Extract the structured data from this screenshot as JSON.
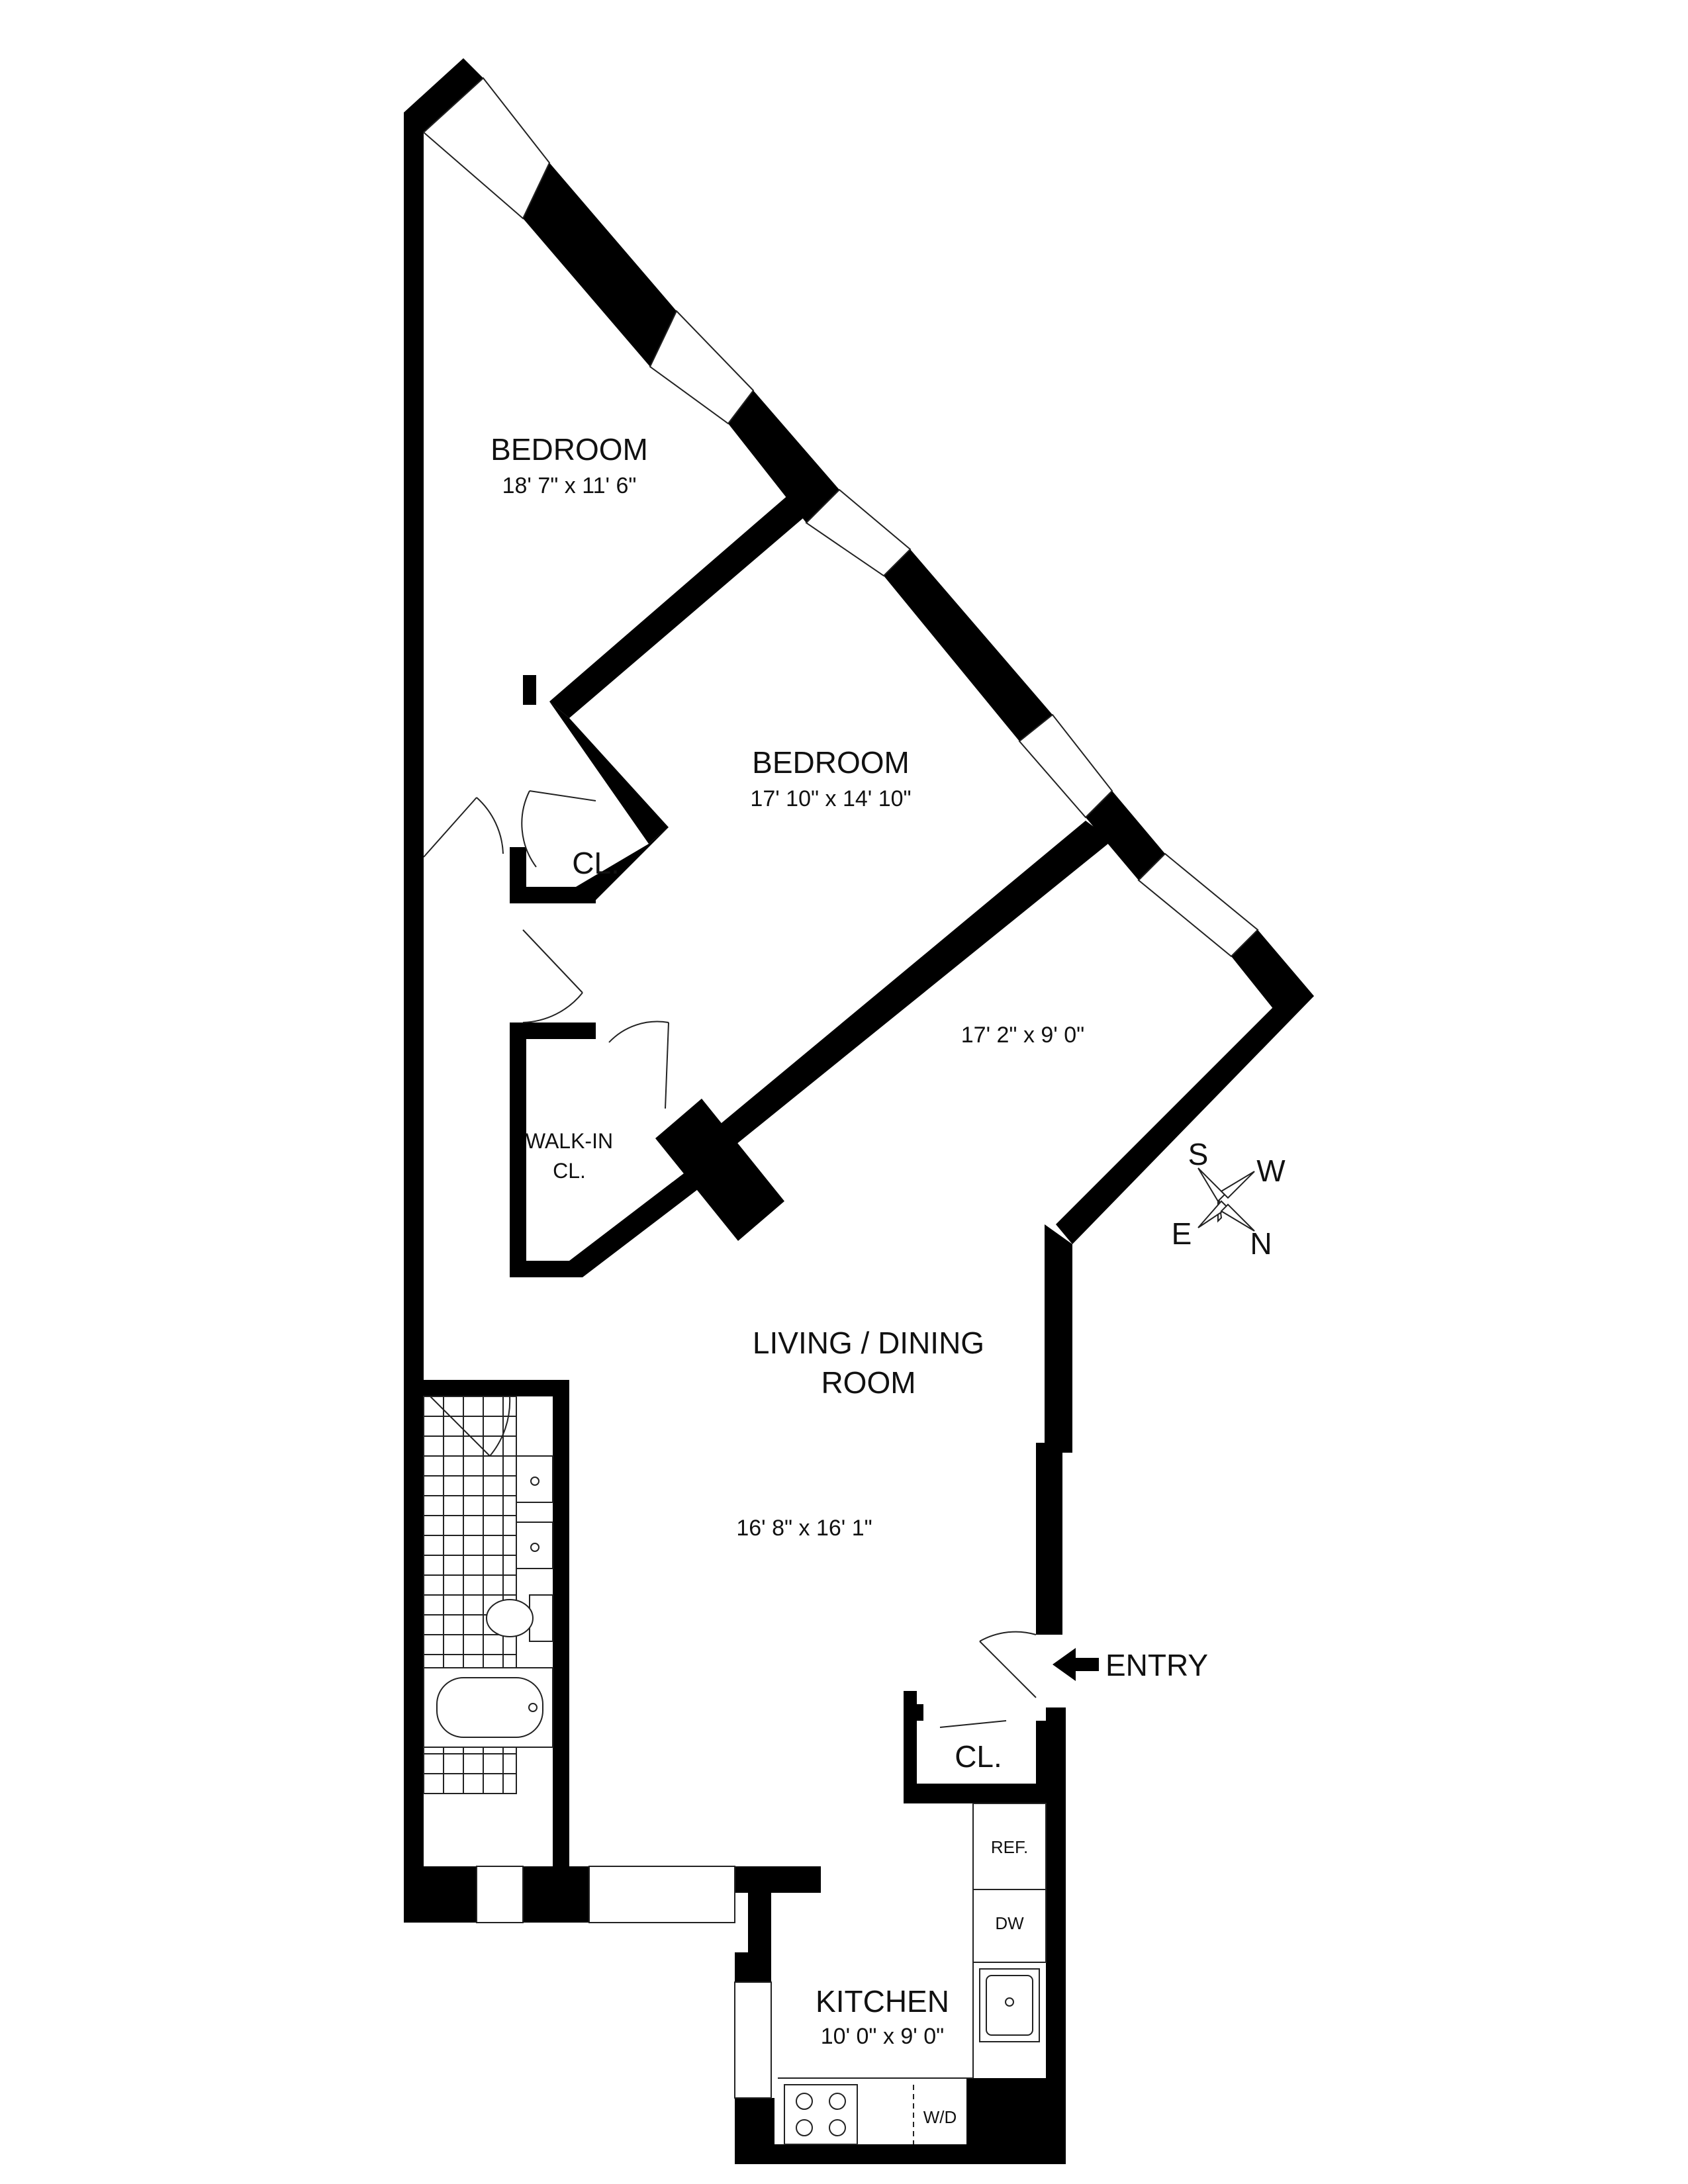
{
  "rooms": {
    "bedroom1": {
      "name": "BEDROOM",
      "dims": "18' 7\" x 11' 6\""
    },
    "bedroom2": {
      "name": "BEDROOM",
      "dims": "17' 10\" x 14' 10\""
    },
    "upper_living": {
      "dims": "17' 2\" x 9' 0\""
    },
    "living": {
      "name_line1": "LIVING / DINING",
      "name_line2": "ROOM",
      "dims": "16' 8\" x 16' 1\""
    },
    "kitchen": {
      "name": "KITCHEN",
      "dims": "10' 0\" x 9' 0\""
    }
  },
  "closets": {
    "bedroom_closet": "CL.",
    "walk_in_line1": "WALK-IN",
    "walk_in_line2": "CL.",
    "entry_closet": "CL."
  },
  "appliances": {
    "refrigerator": "REF.",
    "dishwasher": "DW",
    "washer_dryer": "W/D"
  },
  "entry_label": "ENTRY",
  "compass": {
    "s": "S",
    "w": "W",
    "e": "E",
    "n": "N"
  }
}
